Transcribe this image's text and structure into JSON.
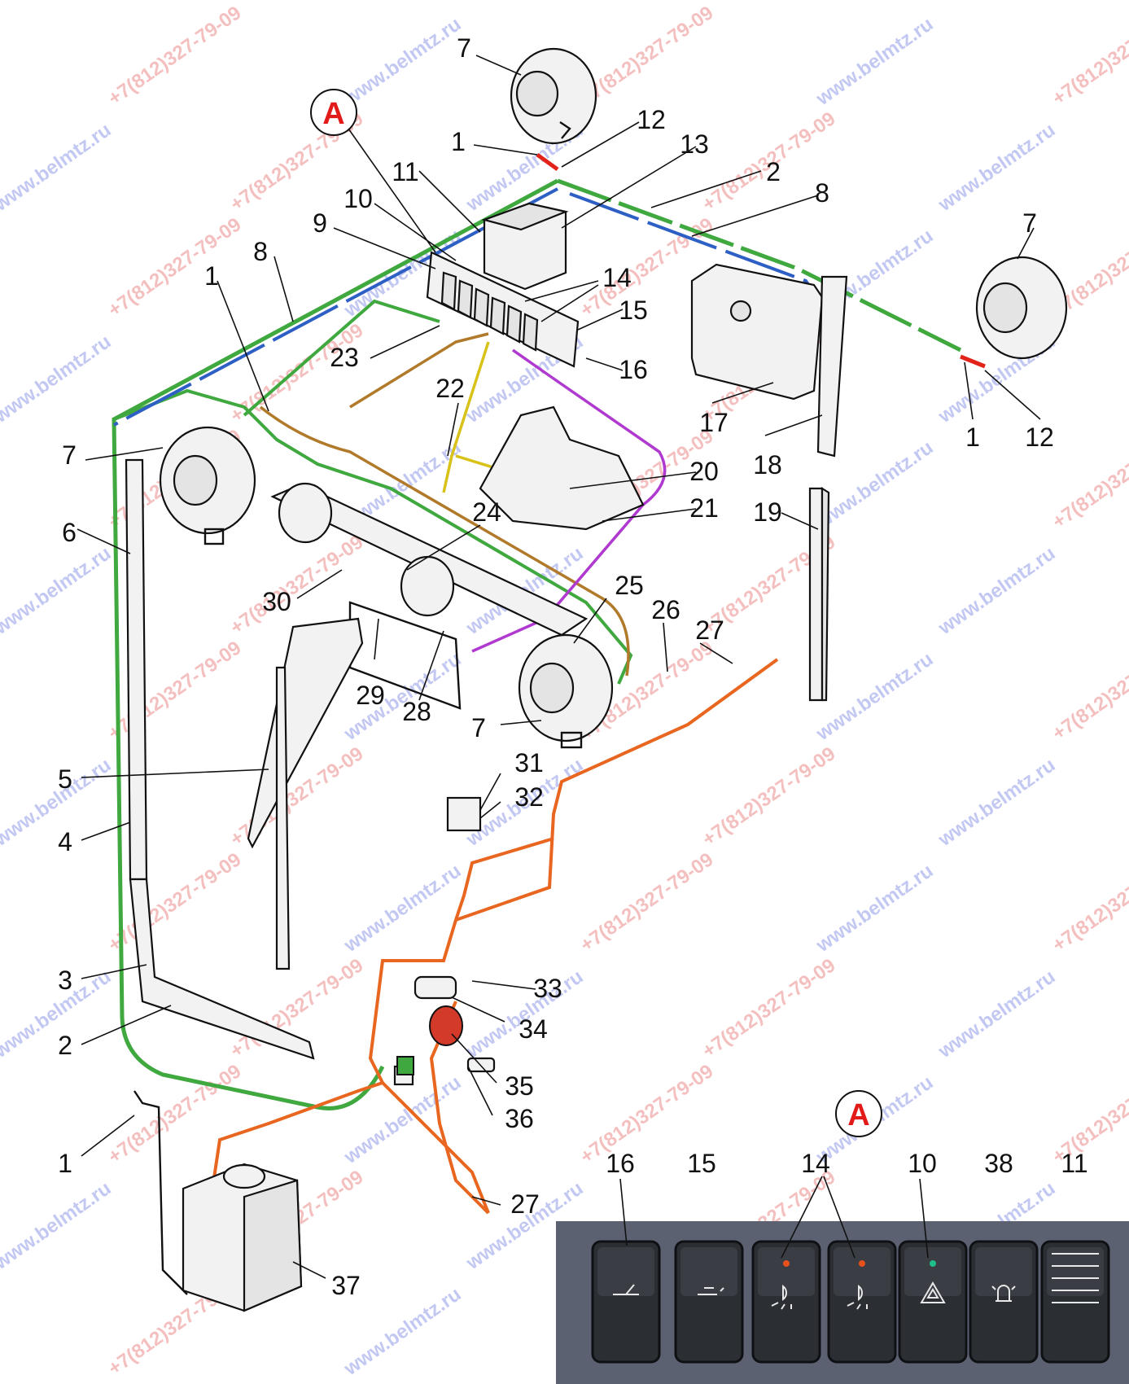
{
  "callout": {
    "letter": "A"
  },
  "main_labels": [
    {
      "id": "l7a",
      "text": "7"
    },
    {
      "id": "lA",
      "text": "A"
    },
    {
      "id": "l12a",
      "text": "12"
    },
    {
      "id": "l1a",
      "text": "1"
    },
    {
      "id": "l13",
      "text": "13"
    },
    {
      "id": "l11",
      "text": "11"
    },
    {
      "id": "l2a",
      "text": "2"
    },
    {
      "id": "l10",
      "text": "10"
    },
    {
      "id": "l8a",
      "text": "8"
    },
    {
      "id": "l9",
      "text": "9"
    },
    {
      "id": "l7b",
      "text": "7"
    },
    {
      "id": "l8b",
      "text": "8"
    },
    {
      "id": "l14",
      "text": "14"
    },
    {
      "id": "l1b",
      "text": "1"
    },
    {
      "id": "l15",
      "text": "15"
    },
    {
      "id": "l23",
      "text": "23"
    },
    {
      "id": "l16",
      "text": "16"
    },
    {
      "id": "l22",
      "text": "22"
    },
    {
      "id": "l17",
      "text": "17"
    },
    {
      "id": "l1c",
      "text": "1"
    },
    {
      "id": "l12b",
      "text": "12"
    },
    {
      "id": "l7c",
      "text": "7"
    },
    {
      "id": "l18",
      "text": "18"
    },
    {
      "id": "l20",
      "text": "20"
    },
    {
      "id": "l24",
      "text": "24"
    },
    {
      "id": "l21",
      "text": "21"
    },
    {
      "id": "l6",
      "text": "6"
    },
    {
      "id": "l19",
      "text": "19"
    },
    {
      "id": "l25",
      "text": "25"
    },
    {
      "id": "l30",
      "text": "30"
    },
    {
      "id": "l26",
      "text": "26"
    },
    {
      "id": "l27a",
      "text": "27"
    },
    {
      "id": "l29",
      "text": "29"
    },
    {
      "id": "l28",
      "text": "28"
    },
    {
      "id": "l7d",
      "text": "7"
    },
    {
      "id": "l5",
      "text": "5"
    },
    {
      "id": "l31",
      "text": "31"
    },
    {
      "id": "l32",
      "text": "32"
    },
    {
      "id": "l4",
      "text": "4"
    },
    {
      "id": "l3",
      "text": "3"
    },
    {
      "id": "l33",
      "text": "33"
    },
    {
      "id": "l34",
      "text": "34"
    },
    {
      "id": "l2b",
      "text": "2"
    },
    {
      "id": "l35",
      "text": "35"
    },
    {
      "id": "l36",
      "text": "36"
    },
    {
      "id": "l1d",
      "text": "1"
    },
    {
      "id": "l27b",
      "text": "27"
    },
    {
      "id": "l37",
      "text": "37"
    }
  ],
  "inset": {
    "callout_letter": "A",
    "labels": [
      "16",
      "15",
      "14",
      "10",
      "38",
      "11"
    ],
    "switches": [
      {
        "label": "16",
        "symbol": "wiper-icon",
        "indicator": ""
      },
      {
        "label": "15",
        "symbol": "washer-icon",
        "indicator": ""
      },
      {
        "label": "14",
        "symbol": "work-light-icon",
        "indicator": "#e8501c"
      },
      {
        "label": "14",
        "symbol": "work-light-icon",
        "indicator": "#e8501c"
      },
      {
        "label": "10",
        "symbol": "hazard-triangle-icon",
        "indicator": "#1fbf8a"
      },
      {
        "label": "38",
        "symbol": "beacon-icon",
        "indicator": ""
      },
      {
        "label": "11",
        "symbol": "blank-plug",
        "indicator": ""
      }
    ]
  },
  "watermarks": [
    "www.belmtz.ru",
    "+7(812)327-79-09"
  ],
  "colors": {
    "wire_green": "#3fa83f",
    "wire_blue": "#2e5fc4",
    "wire_orange": "#e8661f",
    "wire_yellow": "#d8c21a",
    "wire_purple": "#b03ad0",
    "wire_brown": "#b07a2a",
    "wire_red": "#e2231a",
    "label_red": "#e21a1a"
  }
}
